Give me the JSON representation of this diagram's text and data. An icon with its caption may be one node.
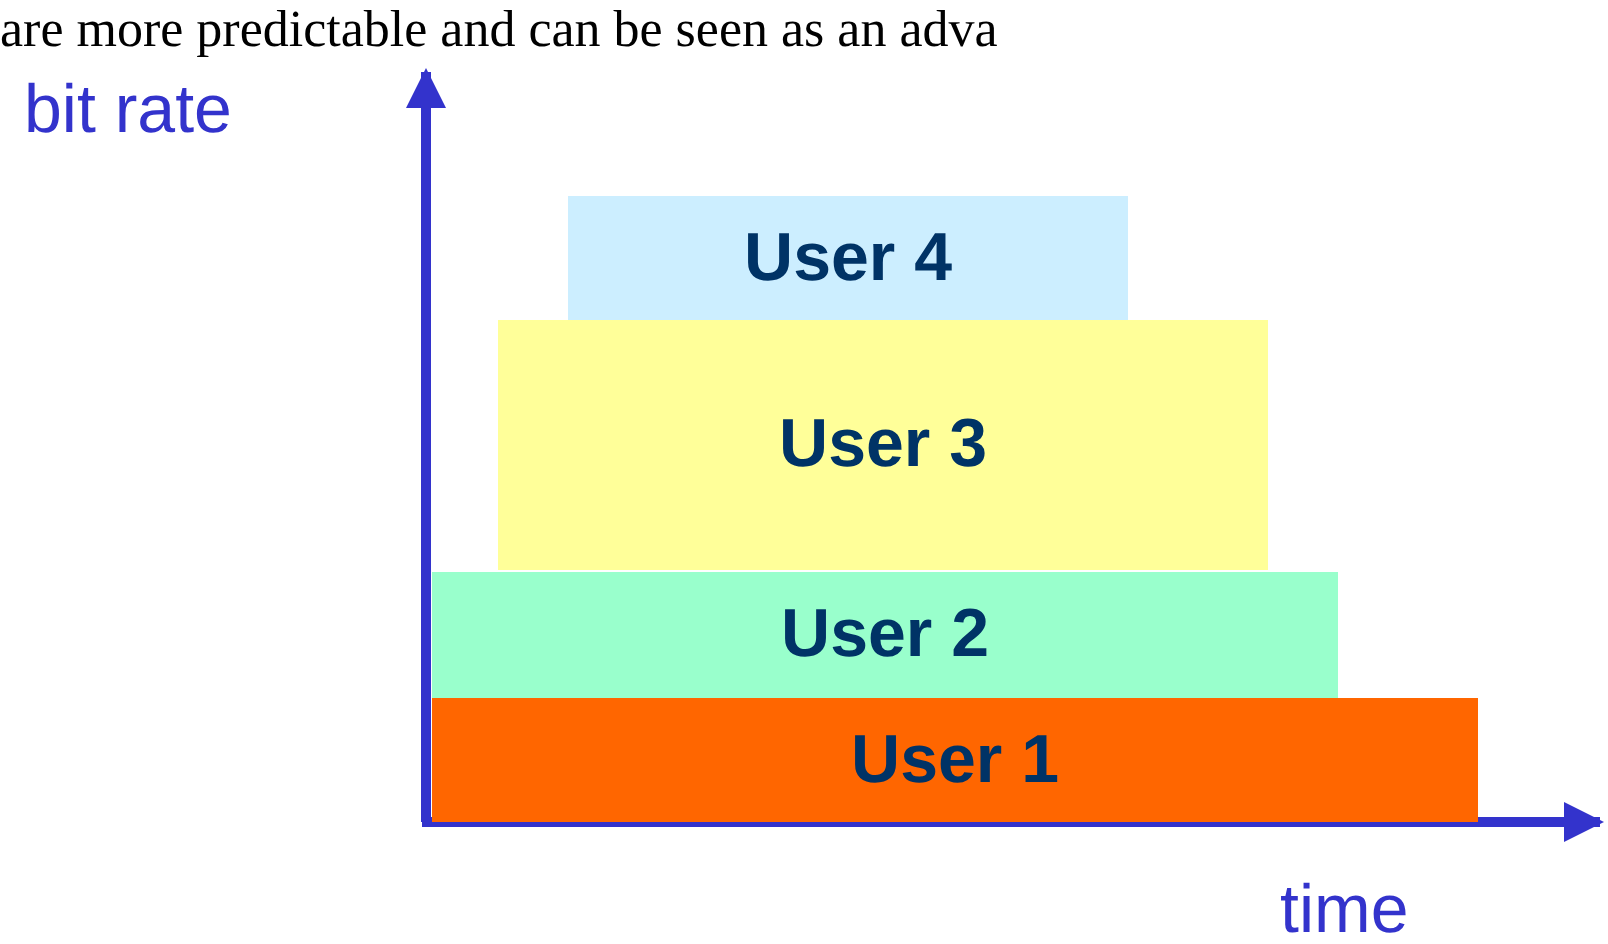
{
  "diagram": {
    "nodes": [
      {
        "text": [
          "User 4"
        ]
      },
      {
        "text": [
          "User 3"
        ]
      },
      {
        "text": [
          "User 2"
        ]
      },
      {
        "text": [
          "User 1"
        ]
      }
    ],
    "labels": [
      "are more predictable and can be seen as an adva",
      "bit rate",
      "time"
    ]
  }
}
